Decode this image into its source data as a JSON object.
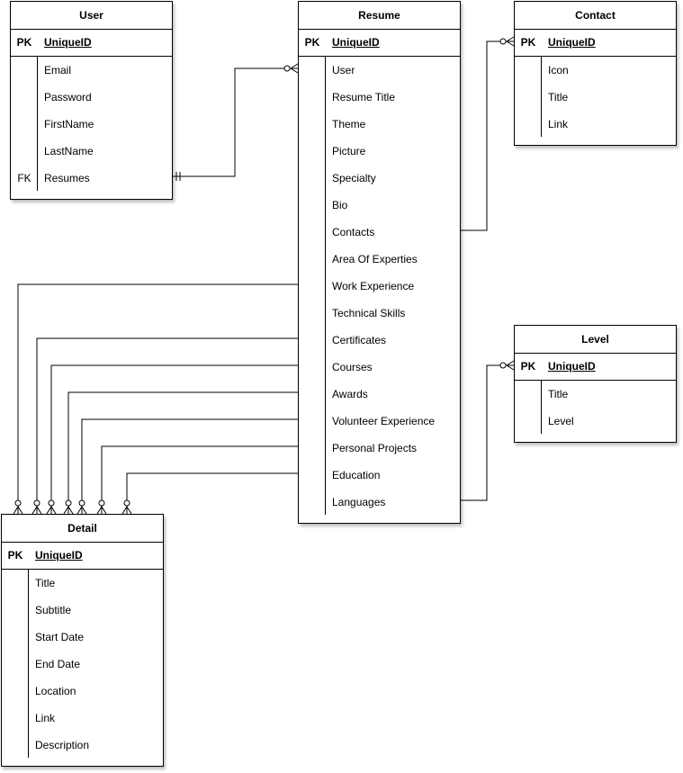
{
  "entities": {
    "user": {
      "title": "User",
      "pk_key": "PK",
      "pk_field": "UniqueID",
      "rows": [
        {
          "key": "",
          "field": "Email"
        },
        {
          "key": "",
          "field": "Password"
        },
        {
          "key": "",
          "field": "FirstName"
        },
        {
          "key": "",
          "field": "LastName"
        },
        {
          "key": "FK",
          "field": "Resumes"
        }
      ]
    },
    "resume": {
      "title": "Resume",
      "pk_key": "PK",
      "pk_field": "UniqueID",
      "rows": [
        {
          "key": "",
          "field": "User"
        },
        {
          "key": "",
          "field": "Resume Title"
        },
        {
          "key": "",
          "field": "Theme"
        },
        {
          "key": "",
          "field": "Picture"
        },
        {
          "key": "",
          "field": "Specialty"
        },
        {
          "key": "",
          "field": "Bio"
        },
        {
          "key": "",
          "field": "Contacts"
        },
        {
          "key": "",
          "field": "Area Of Experties"
        },
        {
          "key": "",
          "field": "Work Experience"
        },
        {
          "key": "",
          "field": "Technical Skills"
        },
        {
          "key": "",
          "field": "Certificates"
        },
        {
          "key": "",
          "field": "Courses"
        },
        {
          "key": "",
          "field": "Awards"
        },
        {
          "key": "",
          "field": "Volunteer Experience"
        },
        {
          "key": "",
          "field": "Personal Projects"
        },
        {
          "key": "",
          "field": "Education"
        },
        {
          "key": "",
          "field": "Languages"
        }
      ]
    },
    "contact": {
      "title": "Contact",
      "pk_key": "PK",
      "pk_field": "UniqueID",
      "rows": [
        {
          "key": "",
          "field": "Icon"
        },
        {
          "key": "",
          "field": "Title"
        },
        {
          "key": "",
          "field": "Link"
        }
      ]
    },
    "level": {
      "title": "Level",
      "pk_key": "PK",
      "pk_field": "UniqueID",
      "rows": [
        {
          "key": "",
          "field": "Title"
        },
        {
          "key": "",
          "field": "Level"
        }
      ]
    },
    "detail": {
      "title": "Detail",
      "pk_key": "PK",
      "pk_field": "UniqueID",
      "rows": [
        {
          "key": "",
          "field": "Title"
        },
        {
          "key": "",
          "field": "Subtitle"
        },
        {
          "key": "",
          "field": "Start Date"
        },
        {
          "key": "",
          "field": "End Date"
        },
        {
          "key": "",
          "field": "Location"
        },
        {
          "key": "",
          "field": "Link"
        },
        {
          "key": "",
          "field": "Description"
        }
      ]
    }
  },
  "relationships": [
    {
      "from": "user.Resumes",
      "to": "resume.User",
      "from_end": "one-mandatory",
      "to_end": "zero-or-many"
    },
    {
      "from": "resume.Contacts",
      "to": "contact.UniqueID",
      "from_end": "none",
      "to_end": "zero-or-many"
    },
    {
      "from": "resume.Languages",
      "to": "level.UniqueID",
      "from_end": "none",
      "to_end": "zero-or-many"
    },
    {
      "from": "resume.Work Experience",
      "to": "detail",
      "from_end": "none",
      "to_end": "zero-or-many"
    },
    {
      "from": "resume.Certificates",
      "to": "detail",
      "from_end": "none",
      "to_end": "zero-or-many"
    },
    {
      "from": "resume.Courses",
      "to": "detail",
      "from_end": "none",
      "to_end": "zero-or-many"
    },
    {
      "from": "resume.Awards",
      "to": "detail",
      "from_end": "none",
      "to_end": "zero-or-many"
    },
    {
      "from": "resume.Volunteer Experience",
      "to": "detail",
      "from_end": "none",
      "to_end": "zero-or-many"
    },
    {
      "from": "resume.Personal Projects",
      "to": "detail",
      "from_end": "none",
      "to_end": "zero-or-many"
    },
    {
      "from": "resume.Education",
      "to": "detail",
      "from_end": "none",
      "to_end": "zero-or-many"
    }
  ],
  "colors": {
    "line": "#000000",
    "background": "#ffffff"
  }
}
